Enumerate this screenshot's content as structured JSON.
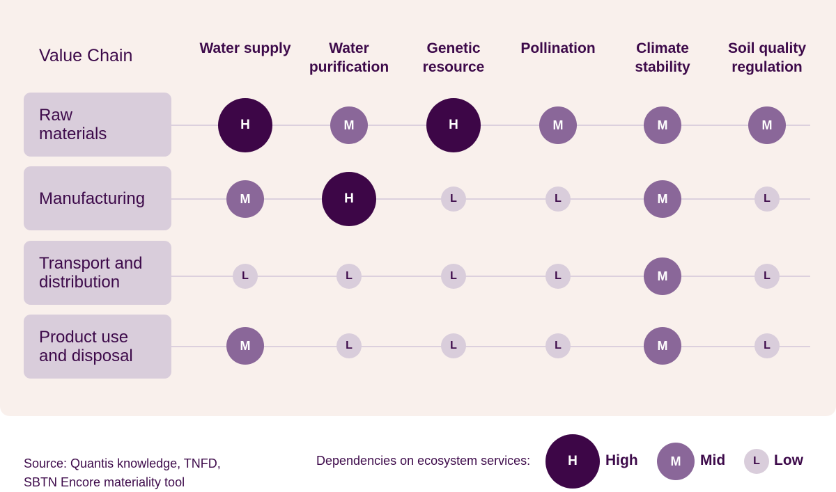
{
  "header": {
    "corner_label": "Value Chain"
  },
  "columns": [
    {
      "label": "Water supply"
    },
    {
      "label": "Water purification"
    },
    {
      "label": "Genetic resource"
    },
    {
      "label": "Pollination"
    },
    {
      "label": "Climate stability"
    },
    {
      "label": "Soil quality regulation"
    }
  ],
  "rows": [
    {
      "label": "Raw materials",
      "levels": [
        "H",
        "M",
        "H",
        "M",
        "M",
        "M"
      ]
    },
    {
      "label": "Manufacturing",
      "levels": [
        "M",
        "H",
        "L",
        "L",
        "M",
        "L"
      ]
    },
    {
      "label": "Transport and distribution",
      "levels": [
        "L",
        "L",
        "L",
        "L",
        "M",
        "L"
      ]
    },
    {
      "label": "Product use and disposal",
      "levels": [
        "M",
        "L",
        "L",
        "L",
        "M",
        "L"
      ]
    }
  ],
  "legend": {
    "title": "Dependencies on ecosystem services:",
    "items": [
      {
        "code": "H",
        "label": "High"
      },
      {
        "code": "M",
        "label": "Mid"
      },
      {
        "code": "L",
        "label": "Low"
      }
    ]
  },
  "source": "Source: Quantis knowledge, TNFD, SBTN Encore materiality tool",
  "colors": {
    "high": "#3d0647",
    "mid": "#8a6799",
    "low": "#d9cddb",
    "panel": "#f9f0ec",
    "text": "#3d0a4a"
  }
}
